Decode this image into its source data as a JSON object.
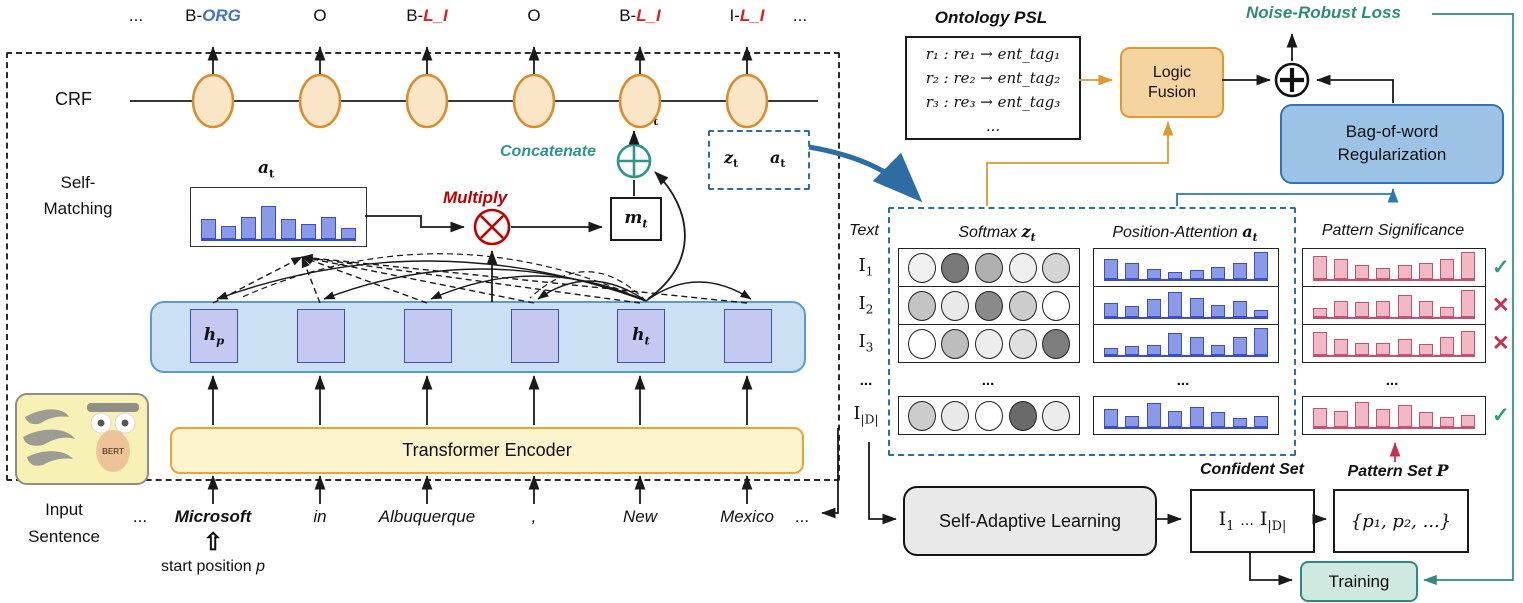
{
  "colors": {
    "tag_org": "#4472c4",
    "tag_lrred": "#e02020",
    "teal": "#2e8b7a",
    "red": "#c00000",
    "orange": "#dd9a33",
    "blue": "#2e75b6",
    "blue_bar_fill": "#8b9ae8",
    "blue_bar_border": "#3a4fc4",
    "pink_bar_fill": "#f2b8c6",
    "pink_bar_border": "#c2526e",
    "check_green": "#2e9e7e",
    "cross_red": "#c23152",
    "crf_fill": "#fae5c7",
    "crf_stroke": "#d78e2e"
  },
  "left": {
    "tags": [
      {
        "pre": "...",
        "ent": "",
        "color": "#111111"
      },
      {
        "pre": "B-",
        "ent": "ORG",
        "color": "#4472c4"
      },
      {
        "pre": "O",
        "ent": "",
        "color": "#111111"
      },
      {
        "pre": "B-",
        "ent": "L_I",
        "color": "#e02020"
      },
      {
        "pre": "O",
        "ent": "",
        "color": "#111111"
      },
      {
        "pre": "B-",
        "ent": "L_I",
        "color": "#e02020"
      },
      {
        "pre": "I-",
        "ent": "L_I",
        "color": "#e02020"
      },
      {
        "pre": "...",
        "ent": "",
        "color": "#111111"
      }
    ],
    "crf_label": "CRF",
    "self_matching_line1": "Self-",
    "self_matching_line2": "Matching",
    "at_label": {
      "main": "a",
      "sub": "t"
    },
    "zt_label": {
      "main": "z",
      "sub": "t"
    },
    "mt_label": {
      "main": "m",
      "sub": "t"
    },
    "hp_label": {
      "main": "h",
      "sub": "p"
    },
    "ht_label": {
      "main": "h",
      "sub": "t"
    },
    "multiply_label": "Multiply",
    "concatenate_label": "Concatenate",
    "encoder_label": "Transformer Encoder",
    "bert_label": "BERT",
    "input_label_line1": "Input",
    "input_label_line2": "Sentence",
    "words": [
      {
        "t": "...",
        "s": "n"
      },
      {
        "t": "Microsoft",
        "s": "bi"
      },
      {
        "t": "in",
        "s": "i"
      },
      {
        "t": "Albuquerque",
        "s": "i"
      },
      {
        "t": ",",
        "s": "i"
      },
      {
        "t": "New",
        "s": "i"
      },
      {
        "t": "Mexico",
        "s": "i"
      },
      {
        "t": "...",
        "s": "n"
      }
    ],
    "start_position": {
      "pre": "start position ",
      "var": "p"
    },
    "start_arrow": "⇧",
    "at_bars": [
      0.5,
      0.3,
      0.55,
      0.85,
      0.5,
      0.35,
      0.55,
      0.25
    ]
  },
  "right": {
    "ontology": {
      "title": "Ontology PSL",
      "rules": [
        "r₁ : re₁ → ent_tag₁",
        "r₂ : re₂ → ent_tag₂",
        "r₃ : re₃ → ent_tag₃",
        "..."
      ]
    },
    "logic_fusion_line1": "Logic",
    "logic_fusion_line2": "Fusion",
    "noise_loss_label": "Noise-Robust Loss",
    "bag_line1": "Bag-of-word",
    "bag_line2": "Regularization",
    "za_box": {
      "z": "z",
      "zsub": "t",
      "a": "a",
      "asub": "t"
    },
    "panel": {
      "text_label": "Text",
      "softmax_header": {
        "pre": "Softmax ",
        "var": "z",
        "sub": "t"
      },
      "posatt_header": {
        "pre": "Position-Attention ",
        "var": "a",
        "sub": "t"
      },
      "pattern_header": "Pattern Significance",
      "dots": "...",
      "rows": [
        {
          "type": "row",
          "label": {
            "main": "I",
            "sub": "1"
          },
          "circles": [
            "#f0f0f0",
            "#787878",
            "#b0b0b0",
            "#efefef",
            "#d4d4d4"
          ],
          "blue": [
            0.7,
            0.55,
            0.3,
            0.2,
            0.28,
            0.4,
            0.55,
            0.95
          ],
          "pink": [
            0.8,
            0.7,
            0.45,
            0.35,
            0.45,
            0.55,
            0.7,
            0.95
          ],
          "mark": "✓",
          "mark_color": "#2e9e7e"
        },
        {
          "type": "row",
          "label": {
            "main": "I",
            "sub": "2"
          },
          "circles": [
            "#c4c4c4",
            "#e9e9e9",
            "#8a8a8a",
            "#cccccc",
            "#ffffff"
          ],
          "blue": [
            0.45,
            0.35,
            0.6,
            0.9,
            0.65,
            0.4,
            0.55,
            0.2
          ],
          "pink": [
            0.25,
            0.55,
            0.5,
            0.55,
            0.75,
            0.55,
            0.3,
            0.95
          ],
          "mark": "✕",
          "mark_color": "#c23152"
        },
        {
          "type": "row",
          "label": {
            "main": "I",
            "sub": "3"
          },
          "circles": [
            "#ffffff",
            "#bdbdbd",
            "#ededed",
            "#e0e0e0",
            "#7d7d7d"
          ],
          "blue": [
            0.2,
            0.25,
            0.3,
            0.75,
            0.6,
            0.3,
            0.6,
            0.95
          ],
          "pink": [
            0.8,
            0.55,
            0.4,
            0.4,
            0.55,
            0.35,
            0.6,
            0.85
          ],
          "mark": "✕",
          "mark_color": "#c23152"
        },
        {
          "type": "dots"
        },
        {
          "type": "row",
          "label": {
            "main": "I",
            "sub": "|D|"
          },
          "circles": [
            "#cccccc",
            "#e9e9e9",
            "#ffffff",
            "#6a6a6a",
            "#ececec"
          ],
          "blue": [
            0.6,
            0.35,
            0.85,
            0.55,
            0.7,
            0.5,
            0.25,
            0.35
          ],
          "pink": [
            0.65,
            0.55,
            0.9,
            0.6,
            0.75,
            0.5,
            0.3,
            0.4
          ],
          "mark": "✓",
          "mark_color": "#2e9e7e"
        }
      ]
    },
    "bottom": {
      "sal_label": "Self-Adaptive Learning",
      "confident_title": "Confident Set",
      "confident_content": {
        "a_main": "I",
        "a_sub": "1",
        "dots": "...",
        "b_main": "I",
        "b_sub": "|D|"
      },
      "pattern_title": {
        "pre": "Pattern Set ",
        "var": "P"
      },
      "pattern_content": "{p₁, p₂, ...}",
      "training_label": "Training"
    }
  }
}
